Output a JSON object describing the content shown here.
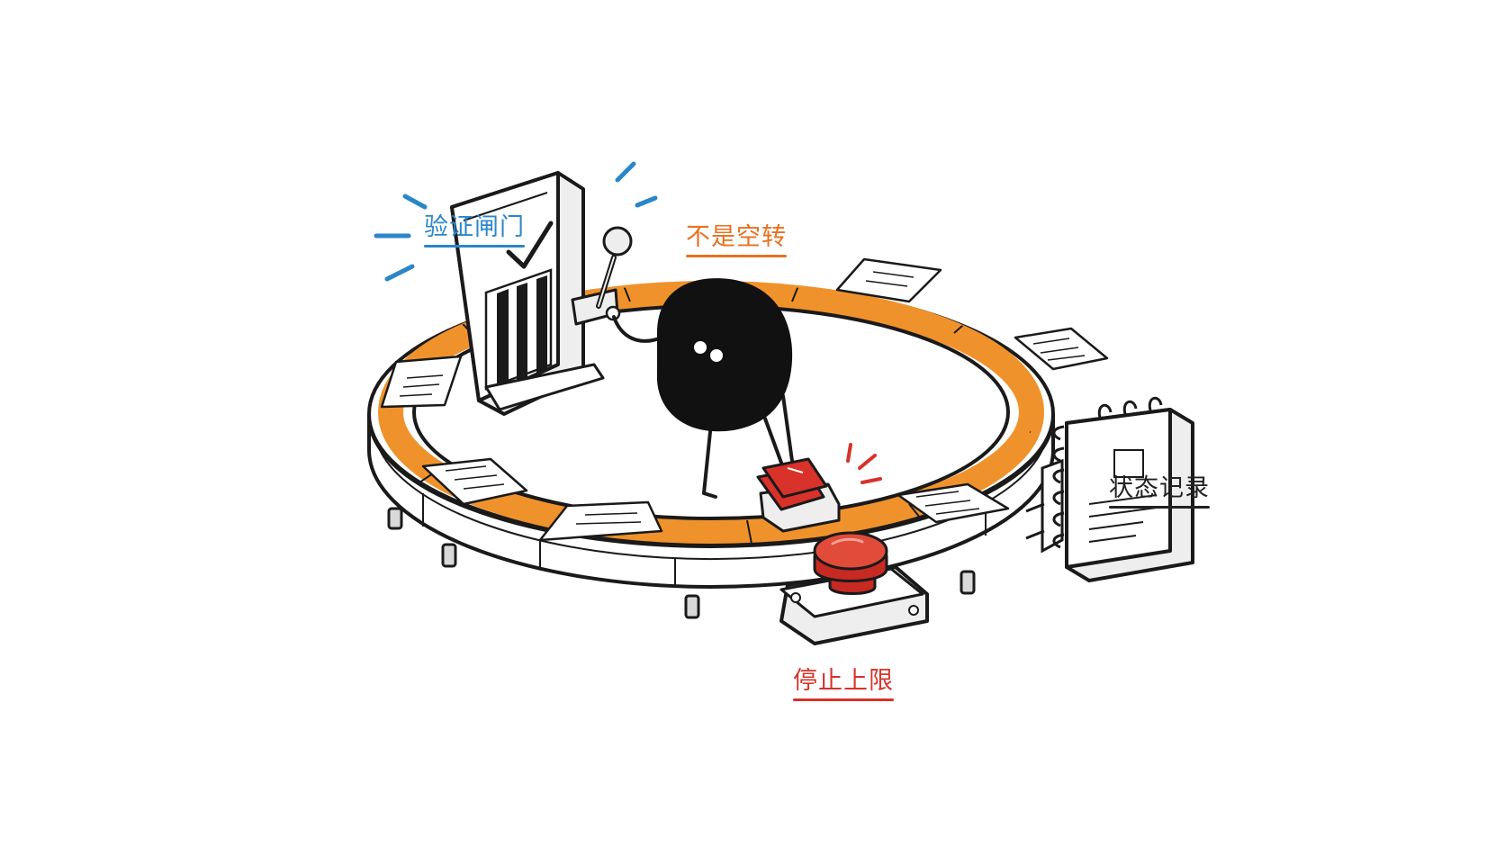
{
  "labels": {
    "validation_gate": "验证闸门",
    "not_idle": "不是空转",
    "stop_limit": "停止上限",
    "state_record": "状态记录"
  },
  "colors": {
    "gate_blue": "#2a86c9",
    "belt_orange": "#f0922b",
    "idle_orange": "#e9701f",
    "stop_red": "#d8322a",
    "ink": "#1a1a1a"
  },
  "icons": [
    "validation-gate-icon",
    "lever-icon",
    "blob-character-icon",
    "red-pedal-icon",
    "stop-button-icon",
    "spiral-notebook-icon",
    "paper-sheet-icon"
  ]
}
